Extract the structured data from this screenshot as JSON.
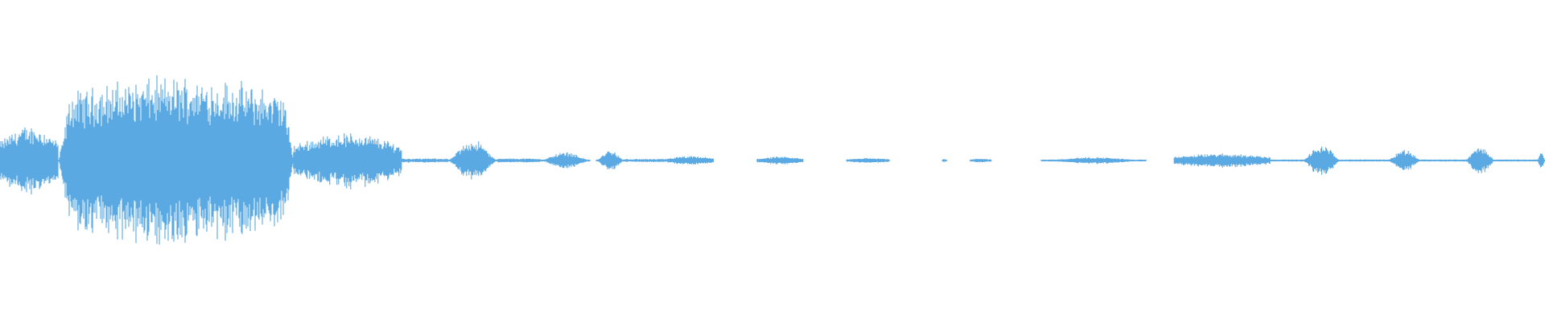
{
  "waveform": {
    "color": "#5aa9e3",
    "segments": [
      {
        "start": 0.0,
        "end": 0.038,
        "amp": 0.2,
        "shape": "swell"
      },
      {
        "start": 0.038,
        "end": 0.19,
        "amp": 0.48,
        "shape": "loud"
      },
      {
        "start": 0.19,
        "end": 0.26,
        "amp": 0.16,
        "shape": "swell"
      },
      {
        "start": 0.26,
        "end": 0.29,
        "amp": 0.02,
        "shape": "flat"
      },
      {
        "start": 0.29,
        "end": 0.322,
        "amp": 0.12,
        "shape": "bump"
      },
      {
        "start": 0.322,
        "end": 0.35,
        "amp": 0.02,
        "shape": "flat"
      },
      {
        "start": 0.35,
        "end": 0.382,
        "amp": 0.05,
        "shape": "bump"
      },
      {
        "start": 0.386,
        "end": 0.404,
        "amp": 0.06,
        "shape": "bump"
      },
      {
        "start": 0.404,
        "end": 0.432,
        "amp": 0.015,
        "shape": "flat"
      },
      {
        "start": 0.432,
        "end": 0.462,
        "amp": 0.025,
        "shape": "noise"
      },
      {
        "start": 0.49,
        "end": 0.52,
        "amp": 0.022,
        "shape": "noise"
      },
      {
        "start": 0.548,
        "end": 0.576,
        "amp": 0.015,
        "shape": "noise"
      },
      {
        "start": 0.61,
        "end": 0.613,
        "amp": 0.01,
        "shape": "noise"
      },
      {
        "start": 0.628,
        "end": 0.642,
        "amp": 0.012,
        "shape": "noise"
      },
      {
        "start": 0.674,
        "end": 0.742,
        "amp": 0.02,
        "shape": "bump"
      },
      {
        "start": 0.76,
        "end": 0.822,
        "amp": 0.04,
        "shape": "swell"
      },
      {
        "start": 0.822,
        "end": 0.843,
        "amp": 0.01,
        "shape": "flat"
      },
      {
        "start": 0.843,
        "end": 0.868,
        "amp": 0.09,
        "shape": "bump"
      },
      {
        "start": 0.868,
        "end": 0.898,
        "amp": 0.01,
        "shape": "flat"
      },
      {
        "start": 0.898,
        "end": 0.92,
        "amp": 0.065,
        "shape": "bump"
      },
      {
        "start": 0.92,
        "end": 0.948,
        "amp": 0.01,
        "shape": "flat"
      },
      {
        "start": 0.948,
        "end": 0.968,
        "amp": 0.08,
        "shape": "bump"
      },
      {
        "start": 0.968,
        "end": 0.995,
        "amp": 0.01,
        "shape": "flat"
      },
      {
        "start": 0.995,
        "end": 1.0,
        "amp": 0.05,
        "shape": "bump"
      }
    ]
  }
}
